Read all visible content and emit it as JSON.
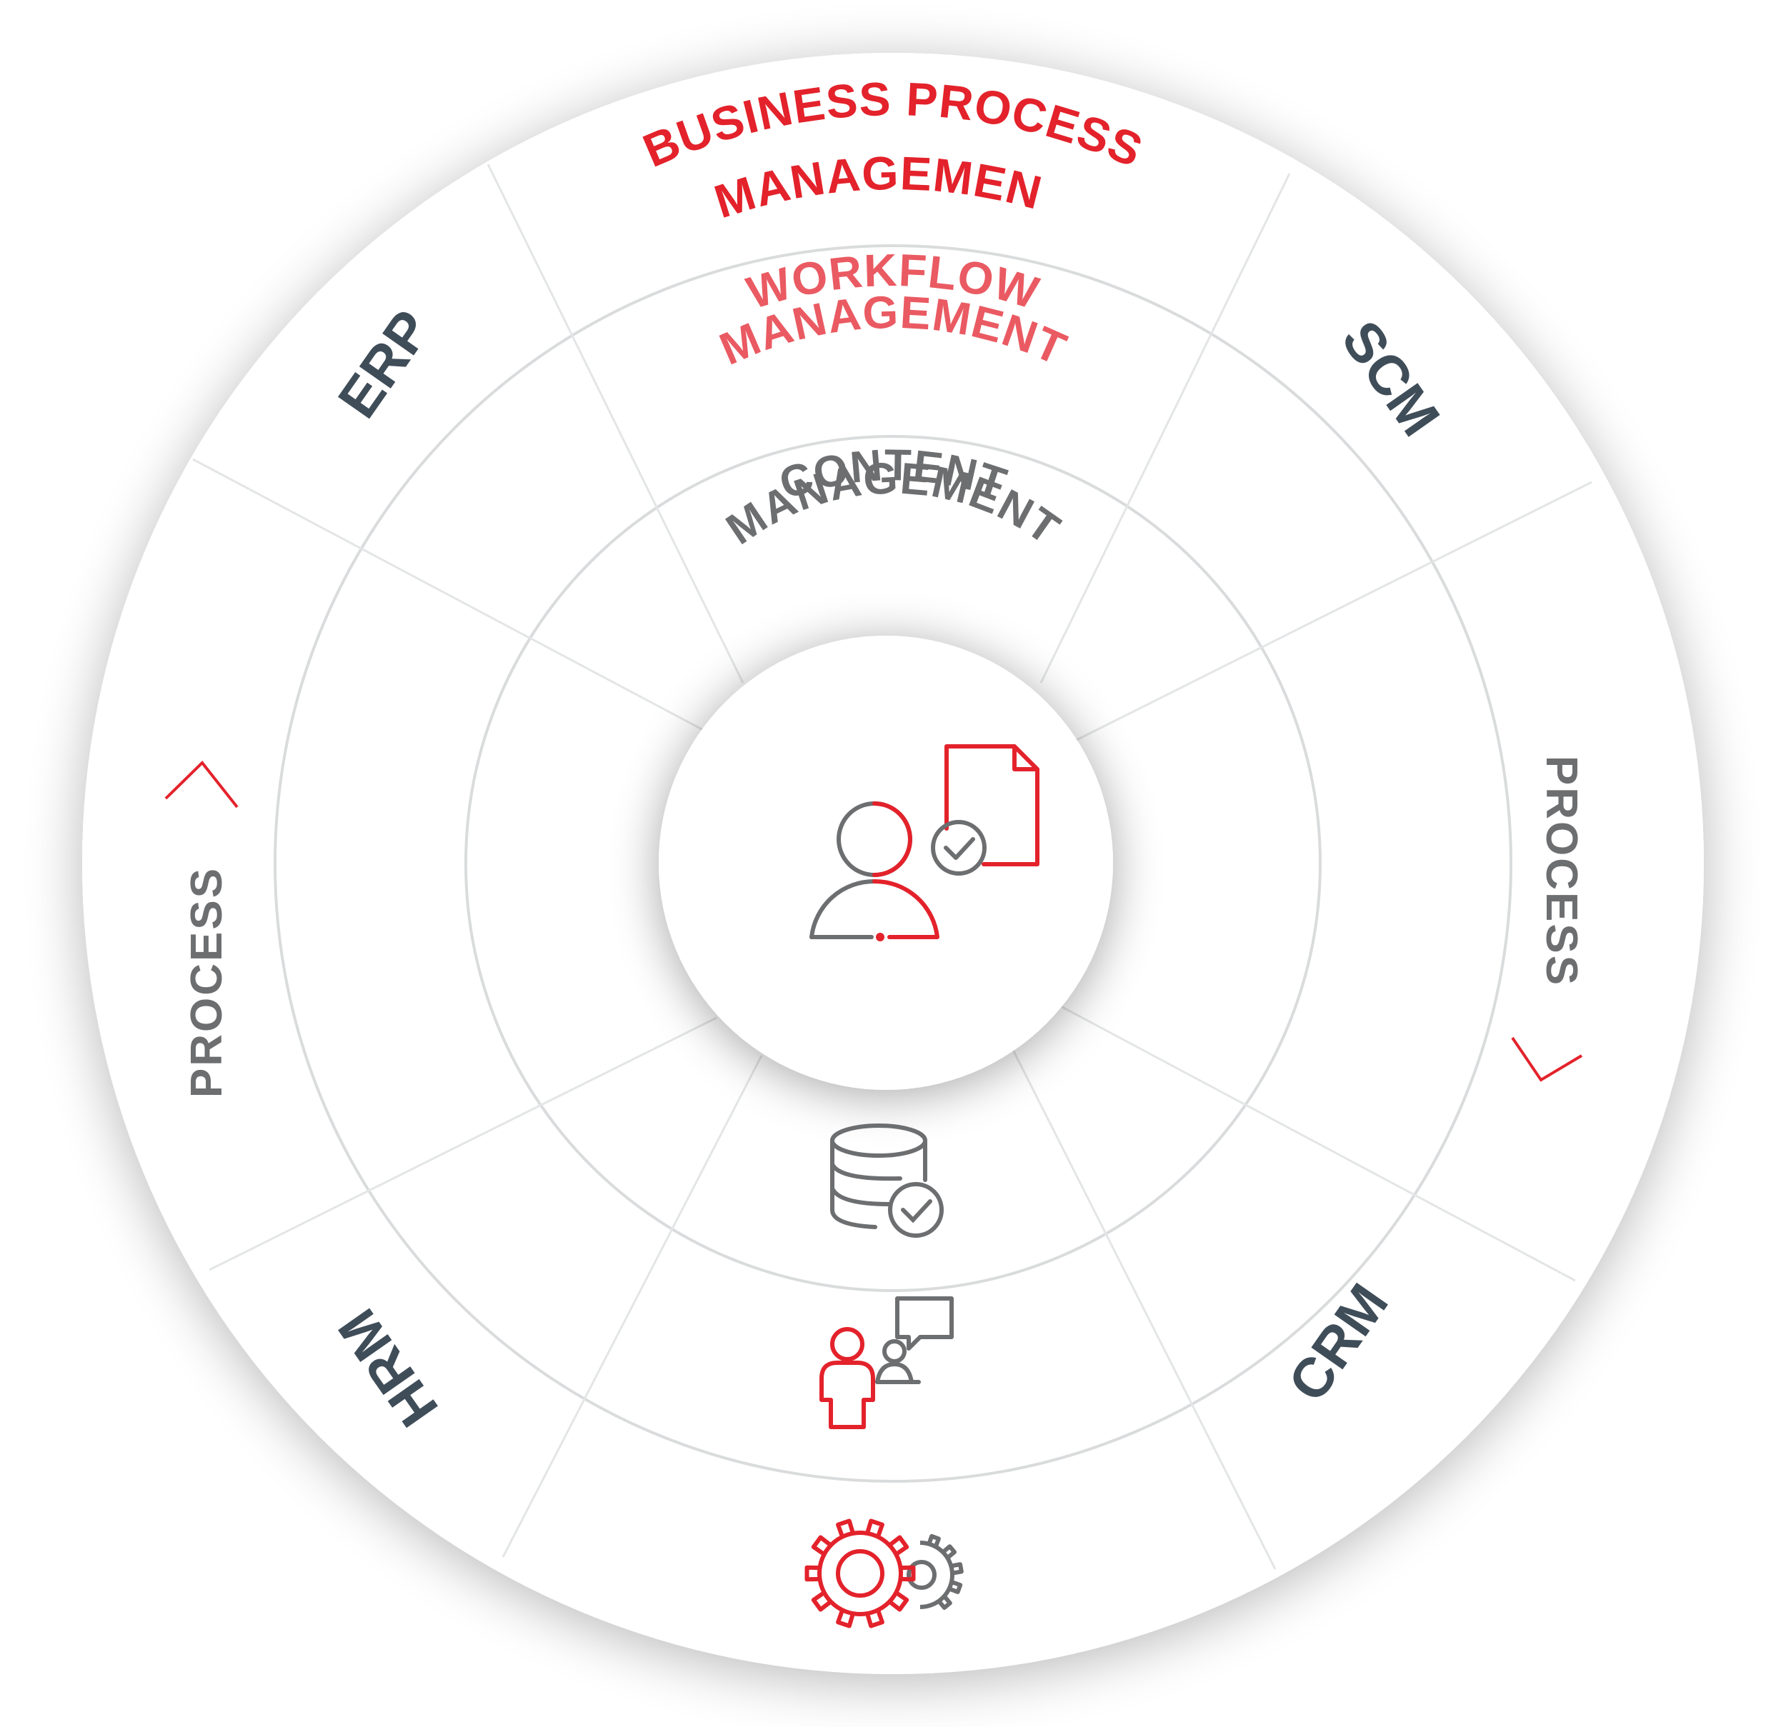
{
  "rings": {
    "outer": {
      "line1": "BUSINESS PROCESS",
      "line2": "MANAGEMENT"
    },
    "middle": {
      "line1": "WORKFLOW",
      "line2": "MANAGEMENT"
    },
    "inner": {
      "line1": "CONTENT",
      "line2": "MANAGEMENT"
    }
  },
  "systems": {
    "erp": "ERP",
    "scm": "SCM",
    "crm": "CRM",
    "hrm": "HRM"
  },
  "process": {
    "left": "PROCESS",
    "right": "PROCESS"
  },
  "icons": {
    "center": "user-document-check-icon",
    "database": "database-check-icon",
    "people": "people-conversation-icon",
    "gears": "gears-icon"
  },
  "colors": {
    "red": "#e3222b",
    "pink": "#ea5a62",
    "gray": "#6d6e70",
    "slate": "#3f4d59",
    "line": "#d9dbdc"
  }
}
